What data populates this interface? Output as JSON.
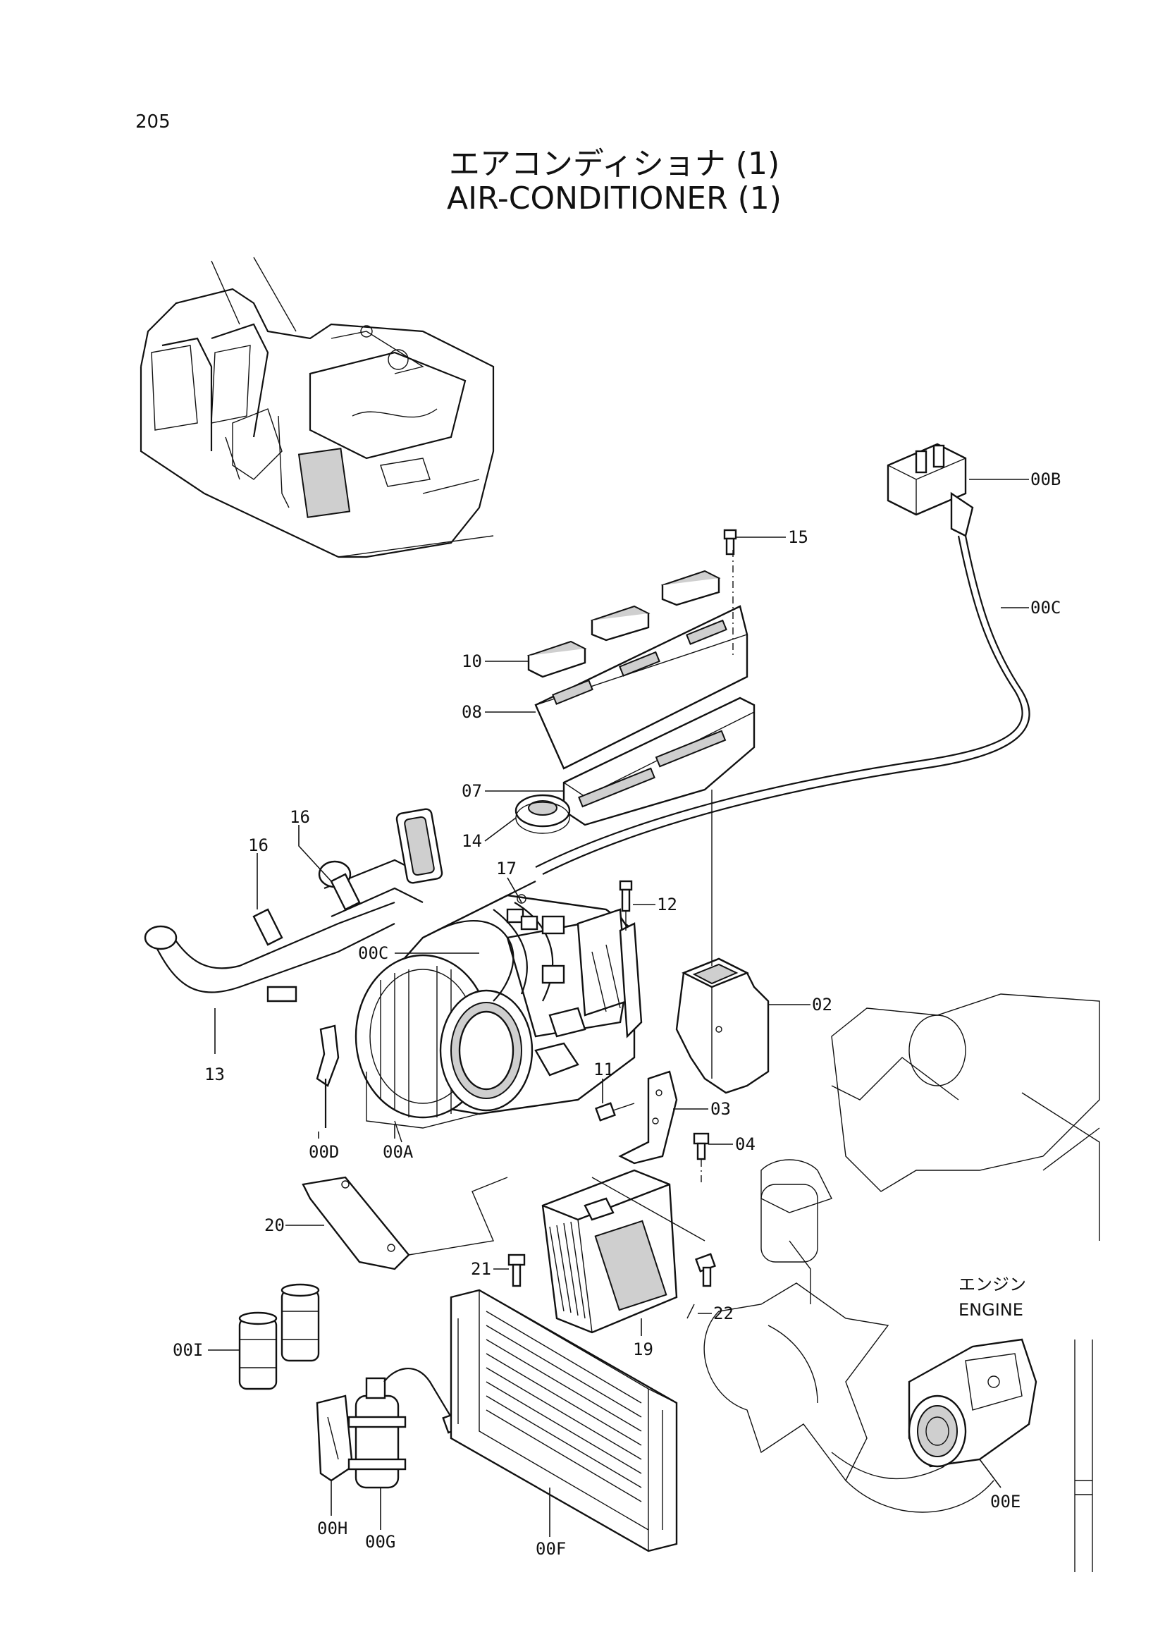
{
  "page_number": "205",
  "title_jp": "エアコンディショナ (1)",
  "title_en": "AIR-CONDITIONER (1)",
  "engine_label_jp": "エンジン",
  "engine_label_en": "ENGINE",
  "callouts": {
    "c00B": "00B",
    "c15": "15",
    "c00C_top": "00C",
    "c10": "10",
    "c08": "08",
    "c07": "07",
    "c14": "14",
    "c16a": "16",
    "c16b": "16",
    "c17": "17",
    "c12": "12",
    "c00C_mid": "00C",
    "c02": "02",
    "c13": "13",
    "c11": "11",
    "c03": "03",
    "c04": "04",
    "c00D": "00D",
    "c00A": "00A",
    "c20": "20",
    "c21": "21",
    "c22": "22",
    "c19": "19",
    "c00I": "00I",
    "c00H": "00H",
    "c00G": "00G",
    "c00F": "00F",
    "c00E": "00E"
  }
}
